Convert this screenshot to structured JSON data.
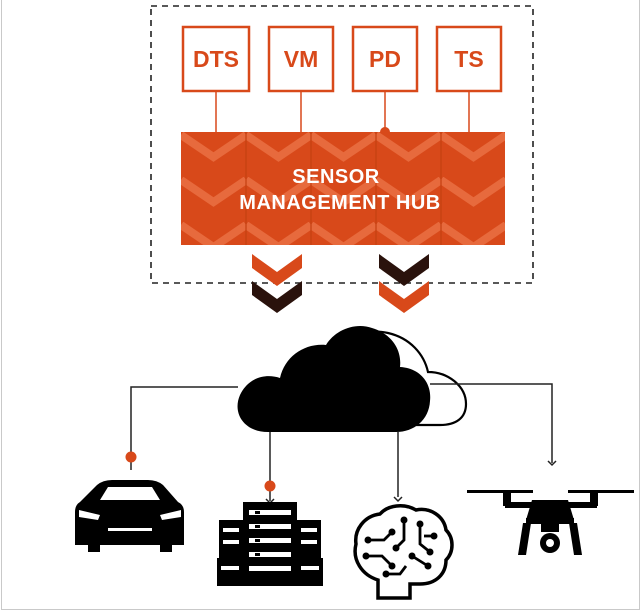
{
  "sensors": [
    {
      "label": "DTS"
    },
    {
      "label": "VM"
    },
    {
      "label": "PD"
    },
    {
      "label": "TS"
    }
  ],
  "hub": {
    "line1": "SENSOR",
    "line2": "MANAGEMENT HUB"
  },
  "devices": [
    {
      "icon": "car-icon"
    },
    {
      "icon": "server-rack-icon"
    },
    {
      "icon": "brain-circuit-icon"
    },
    {
      "icon": "drone-icon"
    }
  ],
  "colors": {
    "accent": "#d8491a",
    "dark": "#2a120c",
    "ink": "#000000"
  }
}
